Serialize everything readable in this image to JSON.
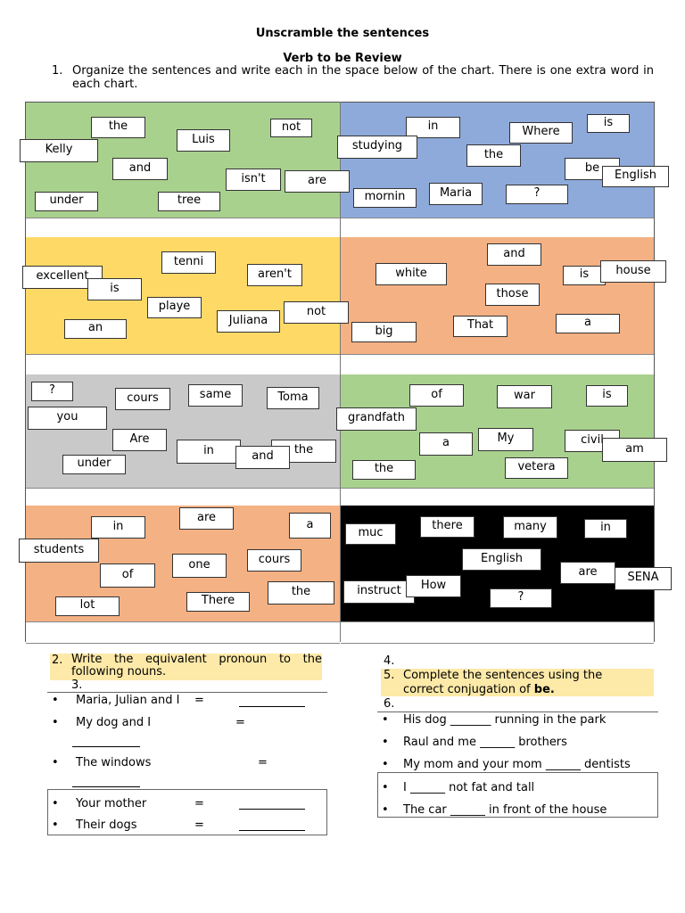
{
  "title": "Unscramble the sentences",
  "subtitle": "Verb to be Review",
  "instruction": {
    "number": "1.",
    "text": "Organize the sentences and write each in the space below of the chart. There is one extra word in each chart."
  },
  "colors": {
    "green": "#a9d18e",
    "blue": "#8eaadb",
    "yellow": "#ffd966",
    "orange": "#f4b183",
    "gray": "#c9c9c9",
    "black": "#000000",
    "highlight": "#fde9a8"
  },
  "charts": [
    {
      "words": [
        "the",
        "Kelly",
        "Luis",
        "not",
        "and",
        "isn't",
        "are",
        "under",
        "tree"
      ]
    },
    {
      "words": [
        "in",
        "studying",
        "Where",
        "is",
        "the",
        "be",
        "English",
        "mornin",
        "Maria",
        "?"
      ]
    },
    {
      "words": [
        "tenni",
        "excellent",
        "is",
        "aren't",
        "playe",
        "Juliana",
        "not",
        "an"
      ]
    },
    {
      "words": [
        "and",
        "white",
        "is",
        "house",
        "those",
        "big",
        "That",
        "a"
      ]
    },
    {
      "words": [
        "?",
        "cours",
        "same",
        "Toma",
        "you",
        "Are",
        "in",
        "the",
        "and",
        "under"
      ]
    },
    {
      "words": [
        "of",
        "war",
        "is",
        "grandfath",
        "a",
        "My",
        "civil",
        "am",
        "the",
        "vetera"
      ]
    },
    {
      "words": [
        "in",
        "are",
        "a",
        "students",
        "of",
        "one",
        "cours",
        "the",
        "lot",
        "There"
      ]
    },
    {
      "words": [
        "there",
        "many",
        "muc",
        "in",
        "English",
        "are",
        "SENA",
        "instruct",
        "How",
        "?"
      ]
    }
  ],
  "section2": {
    "number": "2.",
    "text": "Write the equivalent pronoun to the following nouns.",
    "sub": "3.",
    "items": [
      {
        "noun": "Maria, Julian and I",
        "eq": "="
      },
      {
        "noun": "My dog and I",
        "eq": "="
      },
      {
        "noun": "The windows",
        "eq": "="
      },
      {
        "noun": "Your mother",
        "eq": "="
      },
      {
        "noun": "Their dogs",
        "eq": "="
      }
    ]
  },
  "section5": {
    "pre": "4.",
    "number": "5.",
    "text_a": "Complete the sentences using the",
    "text_b": "correct conjugation of ",
    "bold": "be.",
    "sub": "6.",
    "items": [
      "His dog _______ running in the park",
      "Raul and me ______ brothers",
      "My mom and your mom ______ dentists",
      "I ______ not fat and tall",
      "The car ______ in front of the house"
    ]
  }
}
